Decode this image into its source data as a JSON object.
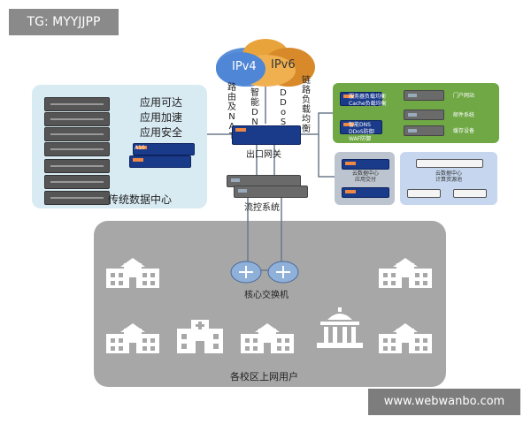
{
  "tag": "TG: MYYJJPP",
  "watermark": "www.webwanbo.com",
  "cloud": {
    "left": "IPv4",
    "right": "IPv6"
  },
  "features_vertical": {
    "routing": "路由及NAT",
    "dns": "智能DNS",
    "ddos": "DDoS防御",
    "lb": "链路负载均衡"
  },
  "datacenter": {
    "features": [
      "应用可达",
      "应用加速",
      "应用安全"
    ],
    "title": "传统数据中心"
  },
  "gateway_label": "出口网关",
  "flow_label": "流控系统",
  "core_label": "核心交换机",
  "campus_title": "各校区上网用户",
  "green_box": {
    "left": [
      "服务器负载均衡",
      "Cache负载均衡",
      "智能DNS",
      "DDoS防御",
      "WAF防御"
    ],
    "right": [
      "门户网站",
      "邮件系统",
      "缓存设备"
    ]
  },
  "cloud_box_a": [
    "云数据中心",
    "应用交付"
  ],
  "cloud_box_b": [
    "云数据中心",
    "计算资源池"
  ],
  "brand": "A10",
  "colors": {
    "campus_bg": "#a7a7a7",
    "datacenter_bg": "#d8ebf3",
    "green_bg": "#6fa845"
  }
}
